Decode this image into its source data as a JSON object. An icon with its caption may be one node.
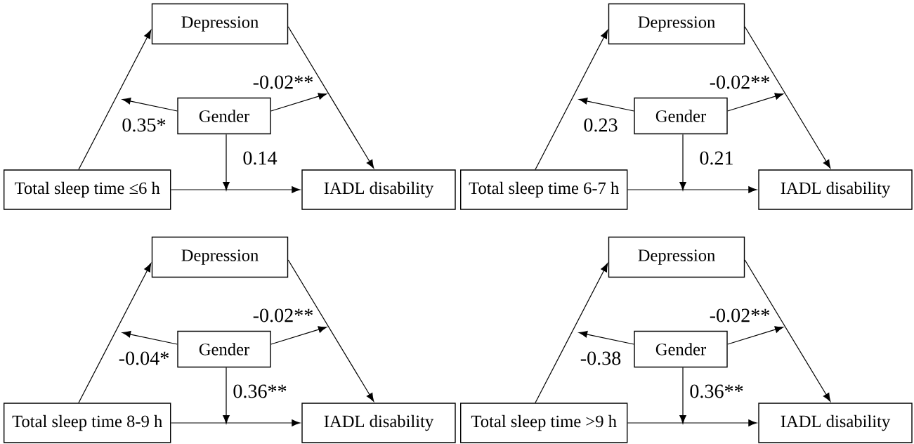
{
  "diagram": {
    "nodes": [
      {
        "text": [
          "Depression"
        ]
      },
      {
        "text": [
          "Gender"
        ]
      },
      {
        "text": [
          "Total sleep time ≤6 h"
        ]
      },
      {
        "text": [
          "IADL disability"
        ]
      },
      {
        "text": [
          "Depression"
        ]
      },
      {
        "text": [
          "Gender"
        ]
      },
      {
        "text": [
          "Total sleep time 6-7 h"
        ]
      },
      {
        "text": [
          "IADL disability"
        ]
      },
      {
        "text": [
          "Depression"
        ]
      },
      {
        "text": [
          "Gender"
        ]
      },
      {
        "text": [
          "Total sleep time 8-9 h"
        ]
      },
      {
        "text": [
          "IADL disability"
        ]
      },
      {
        "text": [
          "Depression"
        ]
      },
      {
        "text": [
          "Gender"
        ]
      },
      {
        "text": [
          "Total sleep time >9 h"
        ]
      },
      {
        "text": [
          "IADL disability"
        ]
      }
    ],
    "edges": [
      {
        "from": 2,
        "to": 0,
        "arrow": "to"
      },
      {
        "from": 0,
        "to": 3,
        "arrow": "to"
      },
      {
        "from": 2,
        "to": 3,
        "arrow": "to"
      },
      {
        "from": 1,
        "to": null,
        "arrow": "to",
        "label": "0.35*"
      },
      {
        "from": 1,
        "to": null,
        "arrow": "to",
        "label": "-0.02**"
      },
      {
        "from": 1,
        "to": null,
        "arrow": "to",
        "label": "0.14"
      },
      {
        "from": 6,
        "to": 4,
        "arrow": "to"
      },
      {
        "from": 4,
        "to": 7,
        "arrow": "to"
      },
      {
        "from": 6,
        "to": 7,
        "arrow": "to"
      },
      {
        "from": 5,
        "to": null,
        "arrow": "to",
        "label": "0.23"
      },
      {
        "from": 5,
        "to": null,
        "arrow": "to",
        "label": "-0.02**"
      },
      {
        "from": 5,
        "to": null,
        "arrow": "to",
        "label": "0.21"
      },
      {
        "from": 10,
        "to": 8,
        "arrow": "to"
      },
      {
        "from": 8,
        "to": 11,
        "arrow": "to"
      },
      {
        "from": 10,
        "to": 11,
        "arrow": "to"
      },
      {
        "from": 9,
        "to": null,
        "arrow": "to",
        "label": "-0.04*"
      },
      {
        "from": 9,
        "to": null,
        "arrow": "to",
        "label": "-0.02**"
      },
      {
        "from": 9,
        "to": null,
        "arrow": "to",
        "label": "0.36**"
      },
      {
        "from": 14,
        "to": 12,
        "arrow": "to"
      },
      {
        "from": 12,
        "to": 15,
        "arrow": "to"
      },
      {
        "from": 14,
        "to": 15,
        "arrow": "to"
      },
      {
        "from": 13,
        "to": null,
        "arrow": "to",
        "label": "-0.38"
      },
      {
        "from": 13,
        "to": null,
        "arrow": "to",
        "label": "-0.02**"
      },
      {
        "from": 13,
        "to": null,
        "arrow": "to",
        "label": "0.36**"
      }
    ]
  }
}
